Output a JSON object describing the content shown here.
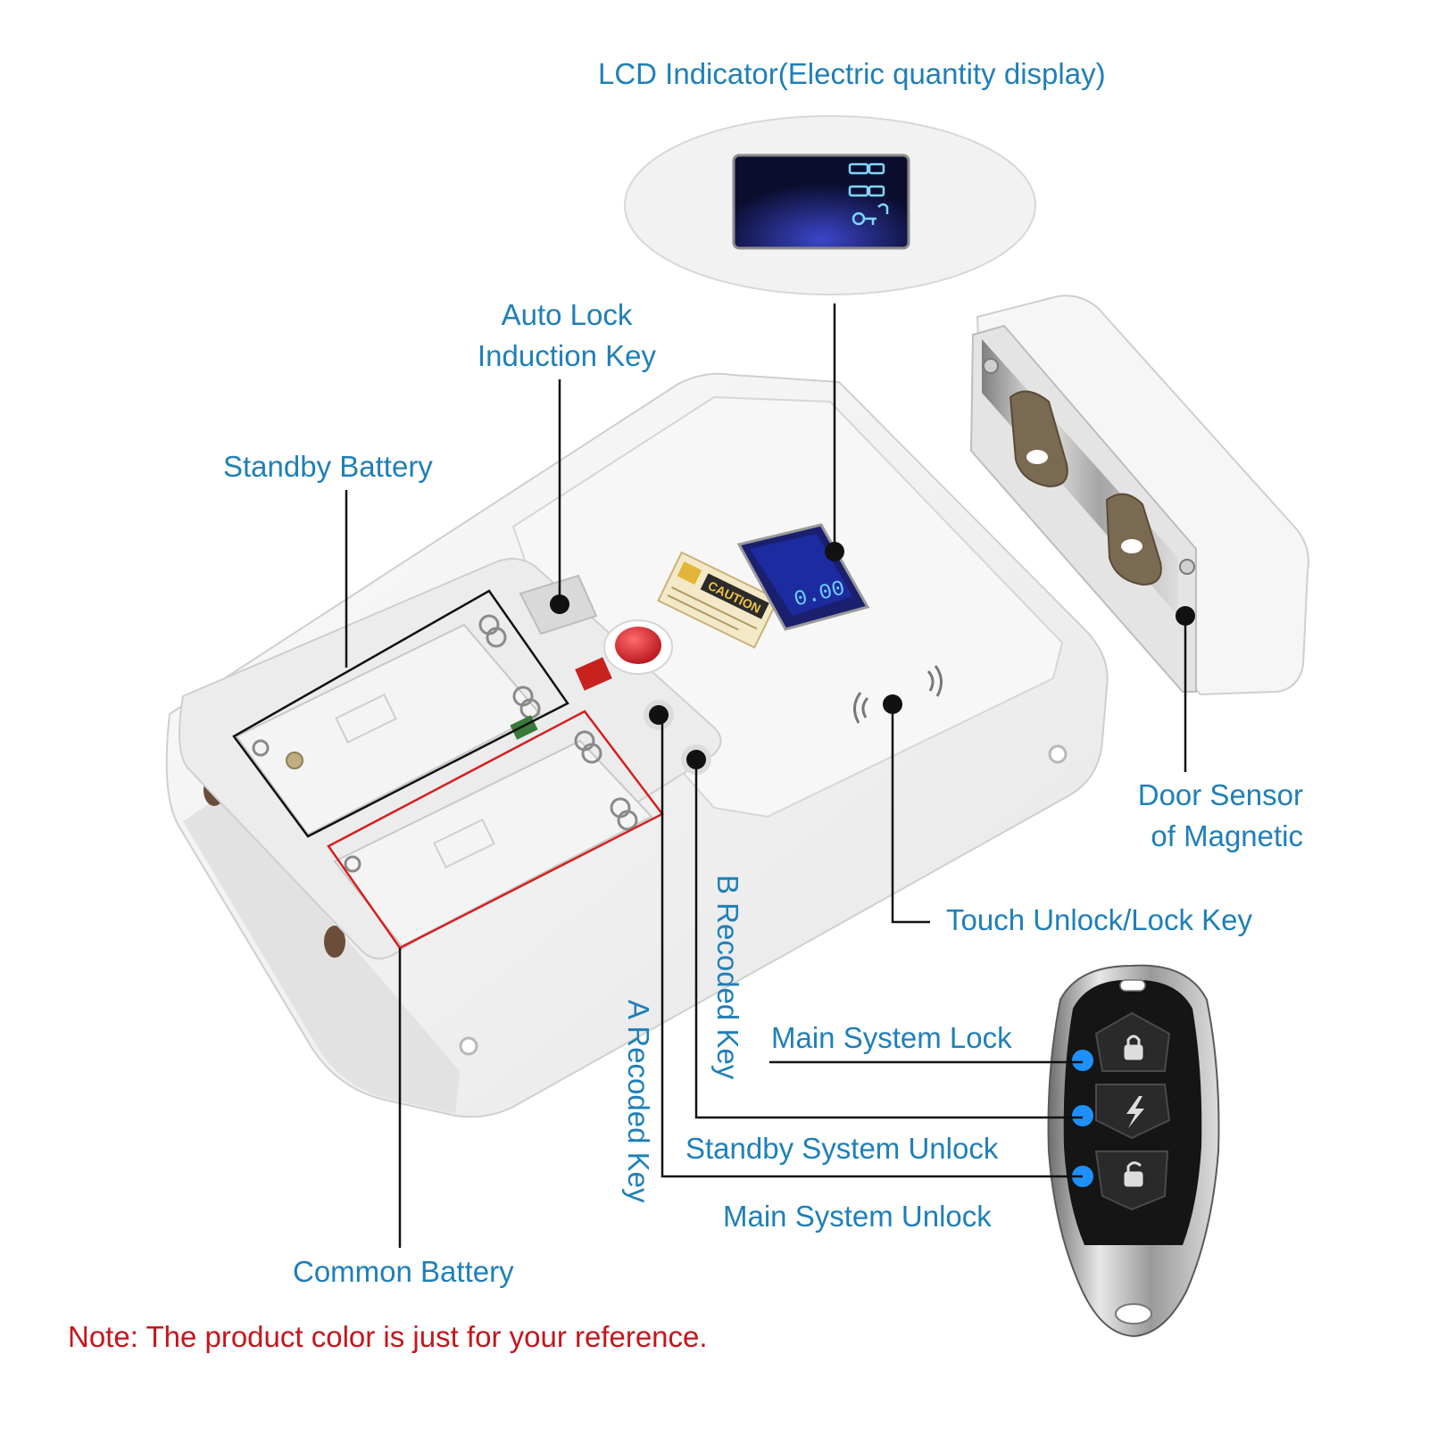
{
  "labels": {
    "lcd_indicator": "LCD Indicator(Electric quantity display)",
    "auto_lock_line1": "Auto Lock",
    "auto_lock_line2": "Induction Key",
    "standby_battery": "Standby Battery",
    "door_sensor_line1": "Door Sensor",
    "door_sensor_line2": "of Magnetic",
    "touch_key": "Touch Unlock/Lock Key",
    "b_recoded_key": "B Recoded Key",
    "a_recoded_key": "A Recoded Key",
    "main_system_lock": "Main System Lock",
    "standby_system_unlock": "Standby System Unlock",
    "main_system_unlock": "Main System Unlock",
    "common_battery": "Common Battery",
    "note": "Note: The product color is just for your reference."
  },
  "device": {
    "lcd_reading": "0.00",
    "caution_sticker": "CAUTION"
  },
  "icons": [
    "battery-icon",
    "key-icon",
    "lock-icon",
    "lightning-icon",
    "unlock-icon",
    "wireless-icon",
    "screw-icon",
    "spring-contact-icon"
  ],
  "colors": {
    "label_text": "#1f7fb8",
    "note_text": "#c4161c",
    "leader_line": "#111111",
    "remote_button_dot": "#1e90ff",
    "standby_box": "#111111",
    "common_box": "#d42020",
    "red_button": "#d42020",
    "lcd_screen": "#1a1f6e"
  }
}
